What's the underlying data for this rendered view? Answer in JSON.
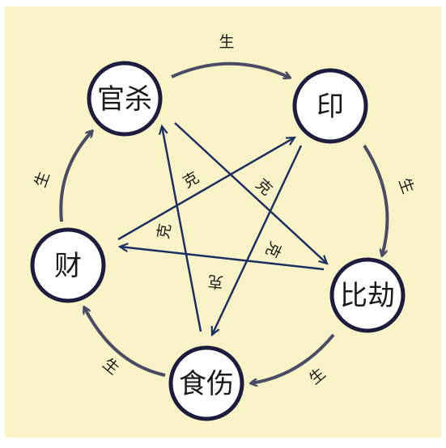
{
  "colors": {
    "background": "#fbf3c8",
    "node_stroke": "#1c1d3e",
    "node_fill": "#ffffff",
    "generate_arrow": "#4a4c66",
    "control_arrow": "#1c2f63"
  },
  "nodes": {
    "guansha": "官杀",
    "yin": "印",
    "bijie": "比劫",
    "shishang": "食伤",
    "cai": "财"
  },
  "generate": [
    {
      "from": "guansha",
      "to": "yin",
      "label": "生"
    },
    {
      "from": "yin",
      "to": "bijie",
      "label": "生"
    },
    {
      "from": "bijie",
      "to": "shishang",
      "label": "生"
    },
    {
      "from": "shishang",
      "to": "cai",
      "label": "生"
    },
    {
      "from": "cai",
      "to": "guansha",
      "label": "生"
    }
  ],
  "control": [
    {
      "from": "guansha",
      "to": "bijie",
      "label": "克"
    },
    {
      "from": "bijie",
      "to": "cai",
      "label": "克"
    },
    {
      "from": "cai",
      "to": "yin",
      "label": "克"
    },
    {
      "from": "yin",
      "to": "shishang",
      "label": "克"
    },
    {
      "from": "shishang",
      "to": "guansha",
      "label": "克"
    }
  ]
}
